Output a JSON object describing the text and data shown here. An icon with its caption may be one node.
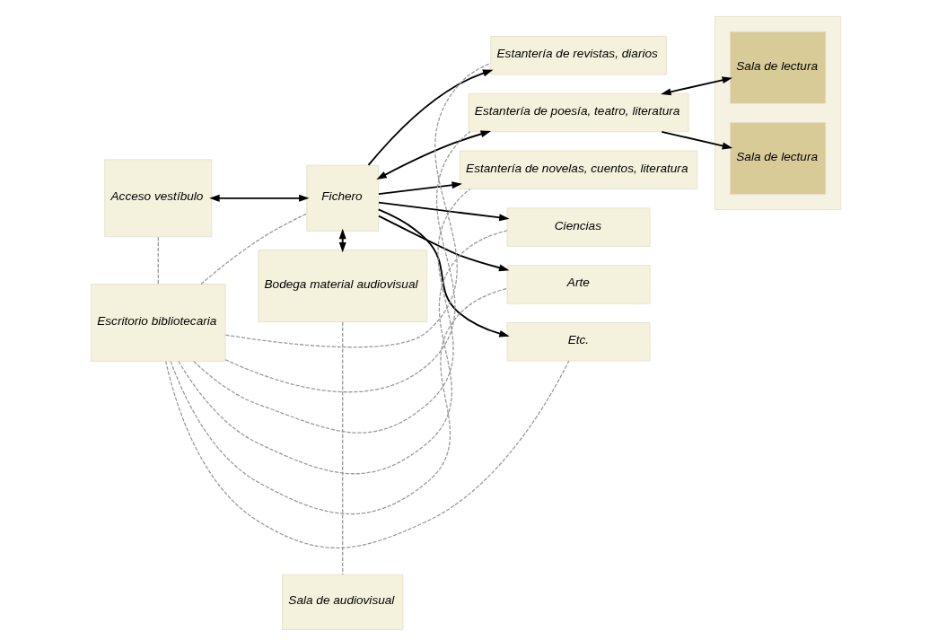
{
  "diagram": {
    "nodes": [
      {
        "text": [
          "Acceso vestíbulo"
        ]
      },
      {
        "text": [
          "Fichero"
        ]
      },
      {
        "text": [
          "Escritorio bibliotecaria"
        ]
      },
      {
        "text": [
          "Bodega material audiovisual"
        ]
      },
      {
        "text": [
          "Sala de audiovisual"
        ]
      },
      {
        "text": [
          "Estantería de revistas, diarios"
        ]
      },
      {
        "text": [
          "Estantería de poesía, teatro, literatura"
        ]
      },
      {
        "text": [
          "Estantería de novelas, cuentos, literatura"
        ]
      },
      {
        "text": [
          "Ciencias"
        ]
      },
      {
        "text": [
          "Arte"
        ]
      },
      {
        "text": [
          "Etc."
        ]
      },
      {
        "text": [],
        "shape": "box"
      },
      {
        "text": [
          "Sala de lectura"
        ],
        "in": 11
      },
      {
        "text": [
          "Sala de lectura"
        ],
        "in": 11
      }
    ],
    "edges": [
      {
        "from": 0,
        "to": 1,
        "arrow": "both"
      },
      {
        "from": 1,
        "to": 3,
        "arrow": "both"
      },
      {
        "from": 1,
        "to": 5,
        "arrow": "to"
      },
      {
        "from": 1,
        "to": 6,
        "arrow": "both"
      },
      {
        "from": 1,
        "to": 7,
        "arrow": "to"
      },
      {
        "from": 1,
        "to": 8,
        "arrow": "to"
      },
      {
        "from": 1,
        "to": 9,
        "arrow": "to"
      },
      {
        "from": 1,
        "to": 10,
        "arrow": "to"
      },
      {
        "from": 6,
        "to": 12,
        "arrow": "both"
      },
      {
        "from": 6,
        "to": 13,
        "arrow": "to"
      },
      {
        "from": 0,
        "to": 2,
        "arrow": "none",
        "style": "dashed",
        "color": "#999999"
      },
      {
        "from": 2,
        "to": 1,
        "arrow": "none",
        "style": "dashed",
        "color": "#999999"
      },
      {
        "from": 2,
        "to": 5,
        "arrow": "none",
        "style": "dashed",
        "color": "#999999"
      },
      {
        "from": 2,
        "to": 6,
        "arrow": "none",
        "style": "dashed",
        "color": "#999999"
      },
      {
        "from": 2,
        "to": 7,
        "arrow": "none",
        "style": "dashed",
        "color": "#999999"
      },
      {
        "from": 2,
        "to": 8,
        "arrow": "none",
        "style": "dashed",
        "color": "#999999"
      },
      {
        "from": 2,
        "to": 9,
        "arrow": "none",
        "style": "dashed",
        "color": "#999999"
      },
      {
        "from": 2,
        "to": 10,
        "arrow": "none",
        "style": "dashed",
        "color": "#999999"
      },
      {
        "from": 3,
        "to": 4,
        "arrow": "none",
        "style": "dashed",
        "color": "#999999"
      }
    ]
  }
}
